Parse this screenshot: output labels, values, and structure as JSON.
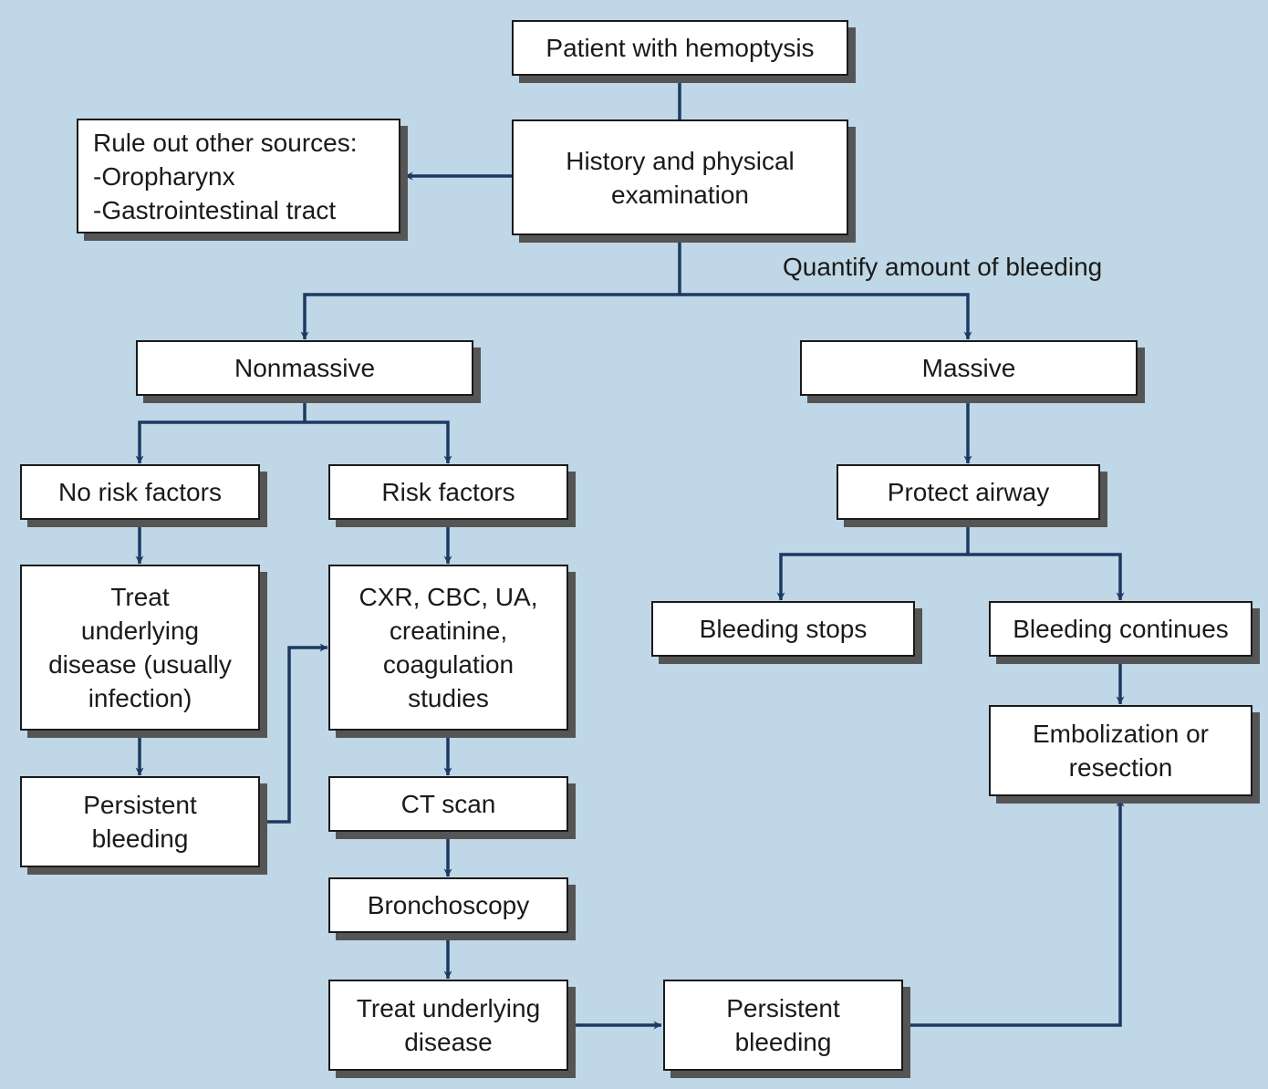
{
  "diagram": {
    "title": "Evaluation of hemoptysis",
    "colors": {
      "background": "#bfd7e6",
      "connector": "#1b3a63",
      "box_fill": "#ffffff",
      "box_border": "#1a1a1a",
      "box_shadow": "#555555"
    },
    "nodes": {
      "patient": "Patient with hemoptysis",
      "history": "History and physical\nexamination",
      "rule_out": "Rule out other sources:\n-Oropharynx\n-Gastrointestinal tract",
      "nonmassive": "Nonmassive",
      "massive": "Massive",
      "no_risk": "No risk factors",
      "risk": "Risk factors",
      "treat_infection": "Treat\nunderlying\ndisease (usually\ninfection)",
      "labs": "CXR, CBC, UA,\ncreatinine,\ncoagulation\nstudies",
      "persistent_left": "Persistent\nbleeding",
      "ct_scan": "CT scan",
      "bronchoscopy": "Bronchoscopy",
      "treat_underlying": "Treat underlying\ndisease",
      "persistent_bottom": "Persistent\nbleeding",
      "protect_airway": "Protect airway",
      "bleeding_stops": "Bleeding stops",
      "bleeding_continues": "Bleeding continues",
      "embolization": "Embolization or\nresection"
    },
    "edge_labels": {
      "quantify": "Quantify amount of bleeding"
    },
    "edges": [
      {
        "from": "patient",
        "to": "history",
        "arrow": false
      },
      {
        "from": "history",
        "to": "rule_out",
        "arrow": true
      },
      {
        "from": "history",
        "to": "nonmassive",
        "arrow": true,
        "label": "quantify"
      },
      {
        "from": "history",
        "to": "massive",
        "arrow": true,
        "label": "quantify"
      },
      {
        "from": "nonmassive",
        "to": "no_risk",
        "arrow": true
      },
      {
        "from": "nonmassive",
        "to": "risk",
        "arrow": true
      },
      {
        "from": "no_risk",
        "to": "treat_infection",
        "arrow": true
      },
      {
        "from": "treat_infection",
        "to": "persistent_left",
        "arrow": true
      },
      {
        "from": "persistent_left",
        "to": "labs",
        "arrow": true
      },
      {
        "from": "risk",
        "to": "labs",
        "arrow": true
      },
      {
        "from": "labs",
        "to": "ct_scan",
        "arrow": true
      },
      {
        "from": "ct_scan",
        "to": "bronchoscopy",
        "arrow": true
      },
      {
        "from": "bronchoscopy",
        "to": "treat_underlying",
        "arrow": true
      },
      {
        "from": "treat_underlying",
        "to": "persistent_bottom",
        "arrow": true
      },
      {
        "from": "persistent_bottom",
        "to": "embolization",
        "arrow": true
      },
      {
        "from": "massive",
        "to": "protect_airway",
        "arrow": true
      },
      {
        "from": "protect_airway",
        "to": "bleeding_stops",
        "arrow": true
      },
      {
        "from": "protect_airway",
        "to": "bleeding_continues",
        "arrow": true
      },
      {
        "from": "bleeding_continues",
        "to": "embolization",
        "arrow": true
      }
    ]
  }
}
